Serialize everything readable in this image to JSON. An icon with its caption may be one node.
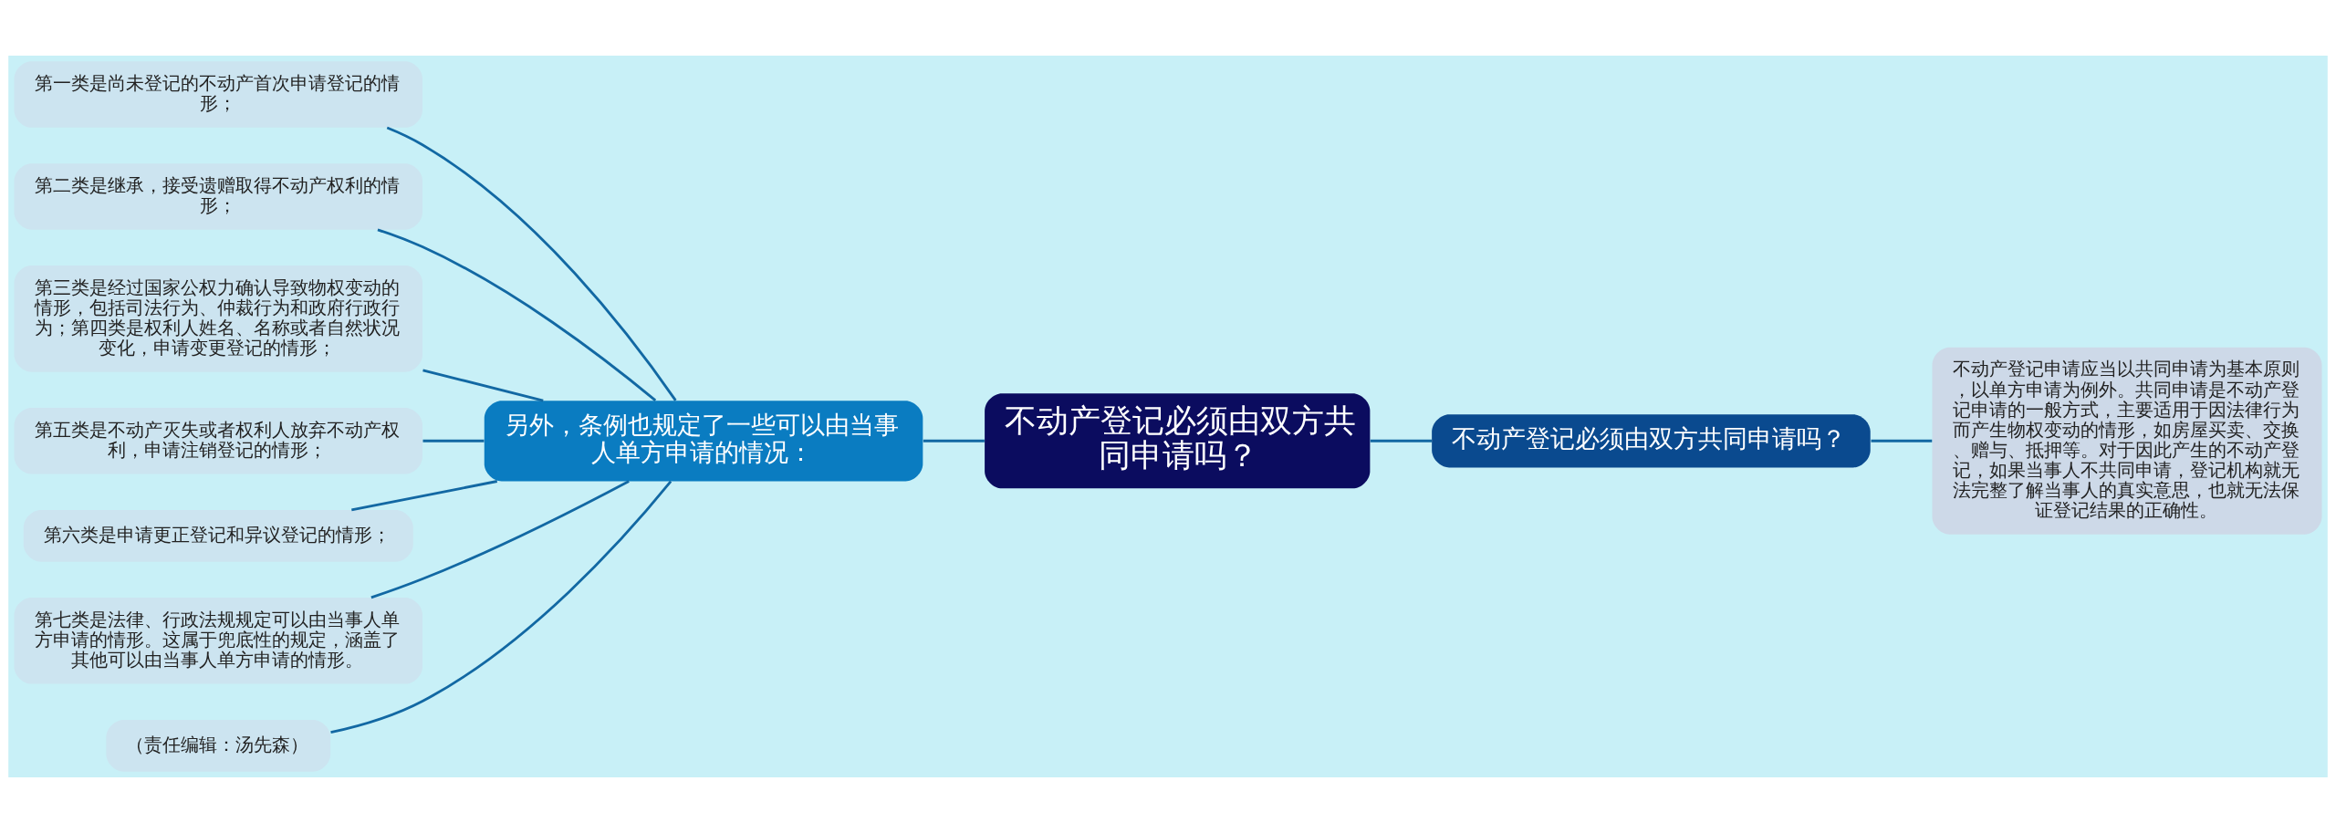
{
  "diagram": {
    "nodes": [
      {
        "text": [
          "不动产登记必须由双方共同申请吗？"
        ]
      },
      {
        "text": [
          "另外，条例也规定了一些可以由当事人单方申请的情况："
        ]
      },
      {
        "text": [
          "不动产登记必须由双方共同申请吗？"
        ]
      },
      {
        "text": [
          "不动产登记申请应当以共同申请为基本原则，以单方申请为例外。共同申请是不动产登记申请的一般方式，主要适用于因法律行为而产生物权变动的情形，如房屋买卖、交换、赠与、抵押等。对于因此产生的不动产登记，如果当事人不共同申请，登记机构就无法完整了解当事人的真实意思，也就无法保证登记结果的正确性。"
        ]
      },
      {
        "text": [
          "第一类是尚未登记的不动产首次申请登记的情形；"
        ]
      },
      {
        "text": [
          "第二类是继承，接受遗赠取得不动产权利的情形；"
        ]
      },
      {
        "text": [
          "第三类是经过国家公权力确认导致物权变动的情形，包括司法行为、仲裁行为和政府行政行为；第四类是权利人姓名、名称或者自然状况变化，申请变更登记的情形；"
        ]
      },
      {
        "text": [
          "第五类是不动产灭失或者权利人放弃不动产权利，申请注销登记的情形；"
        ]
      },
      {
        "text": [
          "第六类是申请更正登记和异议登记的情形；"
        ]
      },
      {
        "text": [
          "第七类是法律、行政法规规定可以由当事人单方申请的情形。这属于兜底性的规定，涵盖了其他可以由当事人单方申请的情形。"
        ]
      },
      {
        "text": [
          "（责任编辑：汤先森）"
        ]
      }
    ],
    "edges": [
      {
        "from": 1,
        "to": 0,
        "arrow": "none"
      },
      {
        "from": 0,
        "to": 2,
        "arrow": "none"
      },
      {
        "from": 2,
        "to": 3,
        "arrow": "none"
      },
      {
        "from": 4,
        "to": 1,
        "arrow": "none"
      },
      {
        "from": 5,
        "to": 1,
        "arrow": "none"
      },
      {
        "from": 6,
        "to": 1,
        "arrow": "none"
      },
      {
        "from": 7,
        "to": 1,
        "arrow": "none"
      },
      {
        "from": 8,
        "to": 1,
        "arrow": "none"
      },
      {
        "from": 9,
        "to": 1,
        "arrow": "none"
      },
      {
        "from": 10,
        "to": 1,
        "arrow": "none"
      }
    ]
  }
}
